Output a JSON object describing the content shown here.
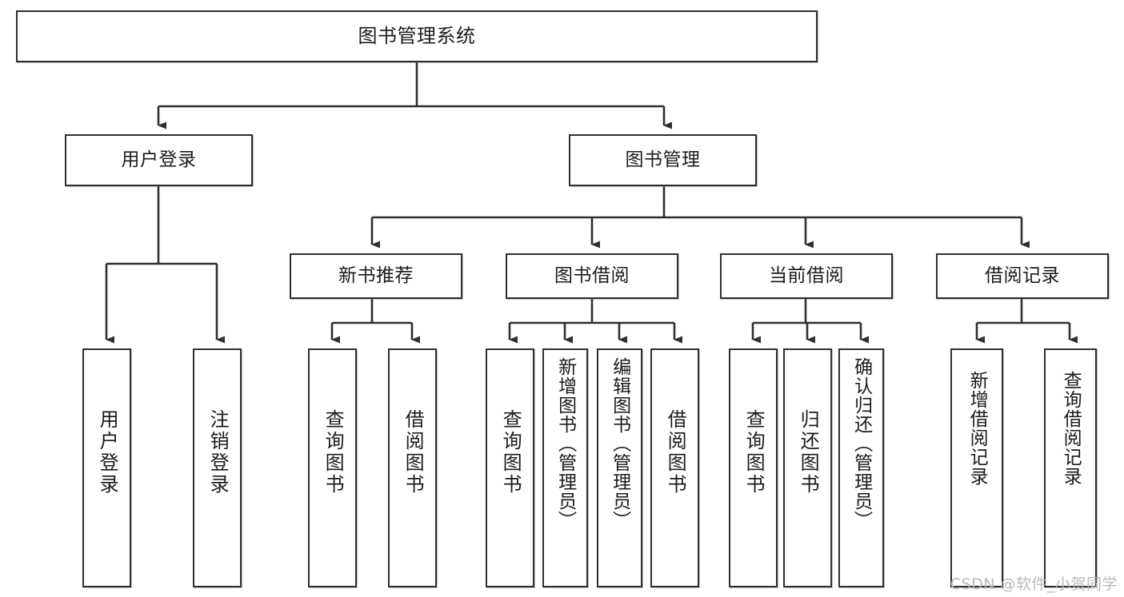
{
  "diagram": {
    "title": "图书管理系统",
    "type": "tree-hierarchy-chart",
    "watermark": "CSDN @软件_小贺同学",
    "colors": {
      "border": "#2f2f2f",
      "background": "#ffffff",
      "text": "#1b1b1b",
      "edge": "#2f2f2f",
      "watermark": "#b9b9b9"
    },
    "nodes": {
      "root": {
        "label": "图书管理系统"
      },
      "level1": [
        {
          "id": "user-login",
          "label": "用户登录"
        },
        {
          "id": "book-manage",
          "label": "图书管理"
        }
      ],
      "level2": [
        {
          "id": "new-book-rec",
          "label": "新书推荐"
        },
        {
          "id": "book-borrow",
          "label": "图书借阅"
        },
        {
          "id": "current-borrow",
          "label": "当前借阅"
        },
        {
          "id": "borrow-record",
          "label": "借阅记录"
        }
      ],
      "leaves": {
        "user-login": [
          {
            "id": "leaf-user-login",
            "label": "用户登录"
          },
          {
            "id": "leaf-user-logout",
            "label": "注销登录"
          }
        ],
        "new-book-rec": [
          {
            "id": "leaf-query-book-1",
            "label": "查询图书"
          },
          {
            "id": "leaf-borrow-book-1",
            "label": "借阅图书"
          }
        ],
        "book-borrow": [
          {
            "id": "leaf-query-book-2",
            "label": "查询图书"
          },
          {
            "id": "leaf-add-book",
            "label": "新增图书（管理员）"
          },
          {
            "id": "leaf-edit-book",
            "label": "编辑图书（管理员）"
          },
          {
            "id": "leaf-borrow-book-2",
            "label": "借阅图书"
          }
        ],
        "current-borrow": [
          {
            "id": "leaf-query-book-3",
            "label": "查询图书"
          },
          {
            "id": "leaf-return-book",
            "label": "归还图书"
          },
          {
            "id": "leaf-confirm-return",
            "label": "确认归还（管理员）"
          }
        ],
        "borrow-record": [
          {
            "id": "leaf-add-record",
            "label": "新增借阅记录"
          },
          {
            "id": "leaf-query-record",
            "label": "查询借阅记录"
          }
        ]
      }
    }
  }
}
